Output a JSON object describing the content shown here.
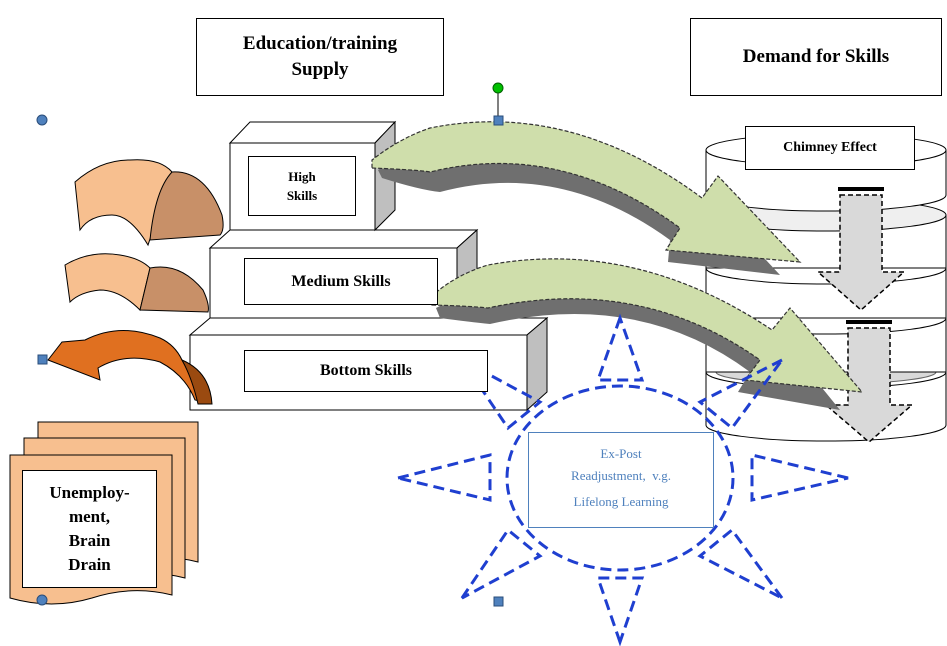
{
  "supply_header": {
    "line1": "Education/training",
    "line2": "Supply"
  },
  "demand_header": "Demand for Skills",
  "steps": {
    "high": {
      "line1": "High",
      "line2": "Skills"
    },
    "medium": "Medium Skills",
    "bottom": "Bottom Skills"
  },
  "chimney_label": "Chimney Effect",
  "readjustment": {
    "line1": "Ex-Post",
    "line2": "Readjustment,  v.g.",
    "line3": "Lifelong Learning"
  },
  "unemployment": {
    "line1": "Unemploy-",
    "line2": "ment,",
    "line3": "Brain",
    "line4": "Drain"
  },
  "colors": {
    "green_arrow": "#cfdeab",
    "green_shadow": "#7f7f7f",
    "orange_arrow": "#e07020",
    "peach_light": "#f7bf8f",
    "peach_dark": "#c89068",
    "sun_blue": "#1f3fd0",
    "handle_blue": "#4f81bd",
    "rotate_green": "#00c000"
  }
}
